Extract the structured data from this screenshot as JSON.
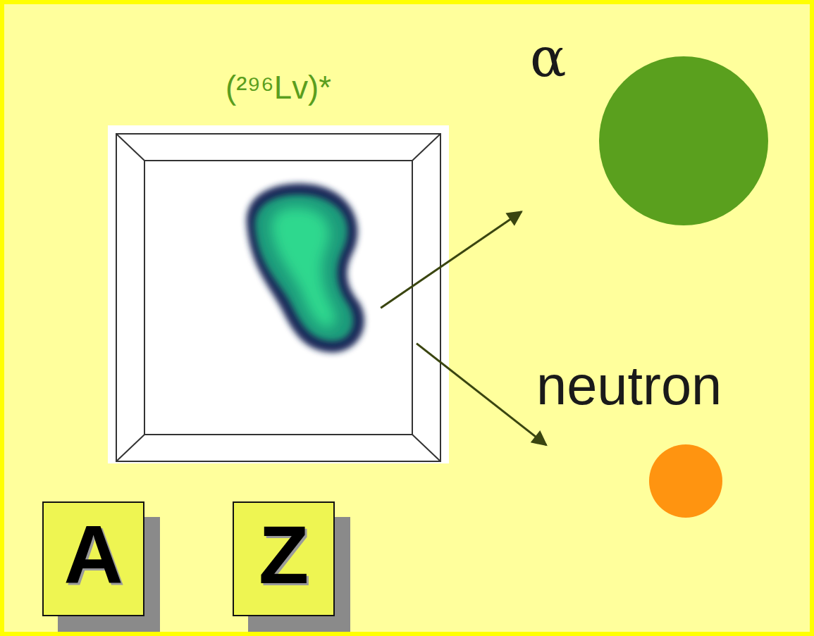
{
  "diagram": {
    "nodes": [
      {
        "text": [
          "(²⁹⁶Lv)*"
        ]
      },
      {
        "text": [
          "α"
        ]
      },
      {
        "text": [
          "neutron"
        ]
      },
      {
        "text": [
          "A"
        ]
      },
      {
        "text": [
          "Z"
        ]
      }
    ],
    "edges": [
      {
        "from": 0,
        "to": 1,
        "arrow": "to"
      },
      {
        "from": 0,
        "to": 2,
        "arrow": "to"
      }
    ]
  }
}
